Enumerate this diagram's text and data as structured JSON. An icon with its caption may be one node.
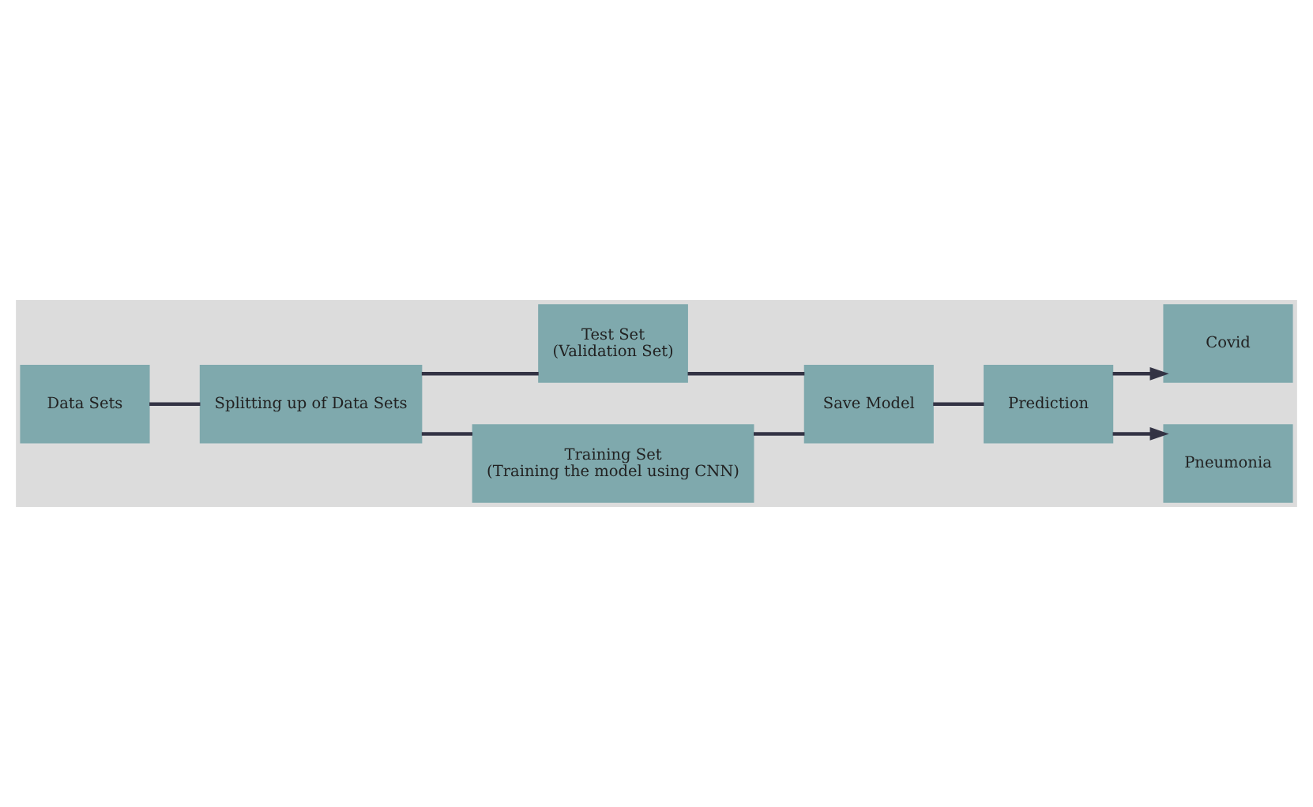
{
  "diagram": {
    "nodes": [
      {
        "text": [
          "Data Sets"
        ]
      },
      {
        "text": [
          "Splitting up of Data Sets"
        ]
      },
      {
        "text": [
          "Test Set",
          "(Validation Set)"
        ]
      },
      {
        "text": [
          "Training Set",
          "(Training the model using CNN)"
        ]
      },
      {
        "text": [
          "Save Model"
        ]
      },
      {
        "text": [
          "Prediction"
        ]
      },
      {
        "text": [
          "Covid"
        ]
      },
      {
        "text": [
          "Pneumonia"
        ]
      }
    ],
    "edges": [
      {
        "from": 0,
        "to": 1,
        "arrow": "none"
      },
      {
        "from": 1,
        "to": 2,
        "arrow": "none"
      },
      {
        "from": 1,
        "to": 3,
        "arrow": "none"
      },
      {
        "from": 2,
        "to": 4,
        "arrow": "none"
      },
      {
        "from": 3,
        "to": 4,
        "arrow": "none"
      },
      {
        "from": 4,
        "to": 5,
        "arrow": "none"
      },
      {
        "from": 5,
        "to": 6,
        "arrow": "to"
      },
      {
        "from": 5,
        "to": 7,
        "arrow": "to"
      }
    ]
  }
}
